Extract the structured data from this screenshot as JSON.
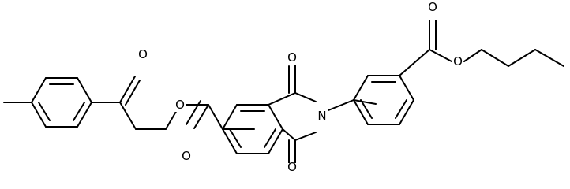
{
  "atom_labels": {
    "o_ketone": "O",
    "o_ester_left": "O",
    "o_carbonyl_left": "O",
    "o_imide_top": "O",
    "n_imide": "N",
    "o_imide_bottom": "O",
    "o_carbonyl_right": "O",
    "o_ester_right": "O"
  },
  "colors": {
    "bond": "#000000",
    "background": "#ffffff"
  }
}
